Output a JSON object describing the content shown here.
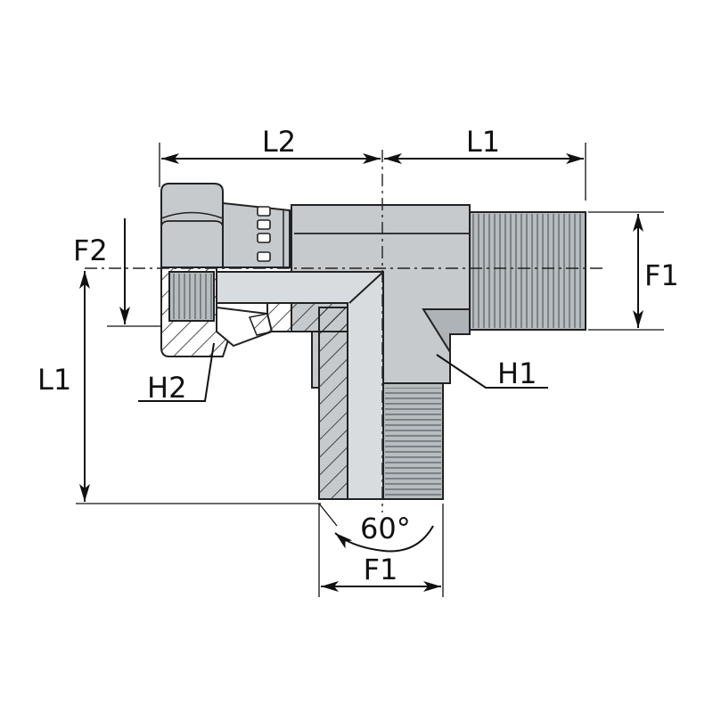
{
  "labels": {
    "l2_top": "L2",
    "l1_top": "L1",
    "f2": "F2",
    "f1_right": "F1",
    "l1_left": "L1",
    "h1": "H1",
    "h2": "H2",
    "angle": "60°",
    "f1_bottom": "F1"
  },
  "colors": {
    "body": "#c6cacd",
    "outline": "#222222",
    "background": "#ffffff"
  },
  "icons": {
    "part": "swivel-branch-tee-fitting-icon"
  }
}
